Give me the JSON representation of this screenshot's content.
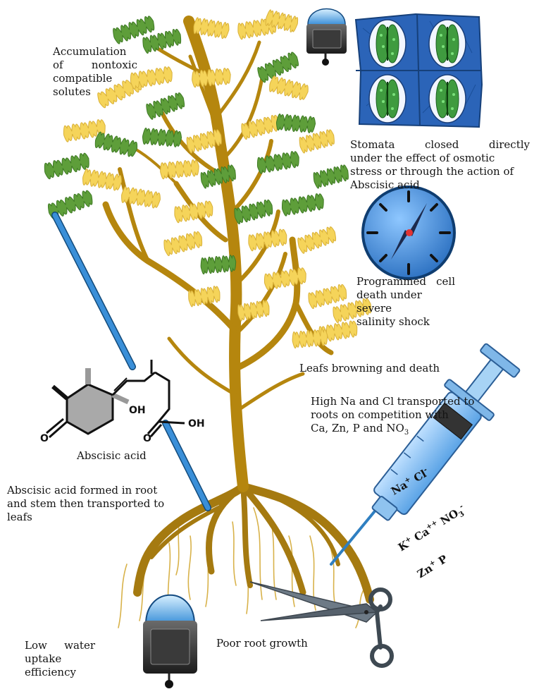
{
  "labels": {
    "accumulation": [
      "Accumulation",
      "of nontoxic",
      "compatible",
      "solutes"
    ],
    "stomata": [
      "Stomata closed directly",
      "under the effect of osmotic",
      "stress or through the action of",
      "Abscisic acid"
    ],
    "programmed": [
      "Programmed cell",
      "death under severe",
      "salinity shock"
    ],
    "leafs_browning": "Leafs browning and death",
    "high_na": [
      "High Na and Cl transported to",
      "roots on competition with",
      "Ca, Zn, P and NO"
    ],
    "high_na_sub": "3",
    "abscisic_acid": "Abscisic acid",
    "aba_formed": [
      "Abscisic acid formed in root",
      "and stem then transported to",
      "leafs"
    ],
    "poor_root": "Poor root growth",
    "low_water": [
      "Low water",
      "uptake",
      "efficiency"
    ]
  },
  "molecule": {
    "oh1": "OH",
    "oh2": "OH",
    "o1": "O",
    "o2": "O"
  },
  "ions": {
    "line1": [
      "Na",
      "+",
      "Cl",
      "-"
    ],
    "line2": [
      "K",
      "+",
      "Ca",
      "++",
      "NO",
      "3",
      "-"
    ],
    "line3": [
      "Zn",
      "+",
      "P"
    ]
  },
  "colors": {
    "stem": "#b8860b",
    "leaf_yellow": "#f5d45a",
    "leaf_green": "#5e9e3a",
    "arrow": "#2f7fc1",
    "stomata_bg": "#2f6fc0"
  }
}
